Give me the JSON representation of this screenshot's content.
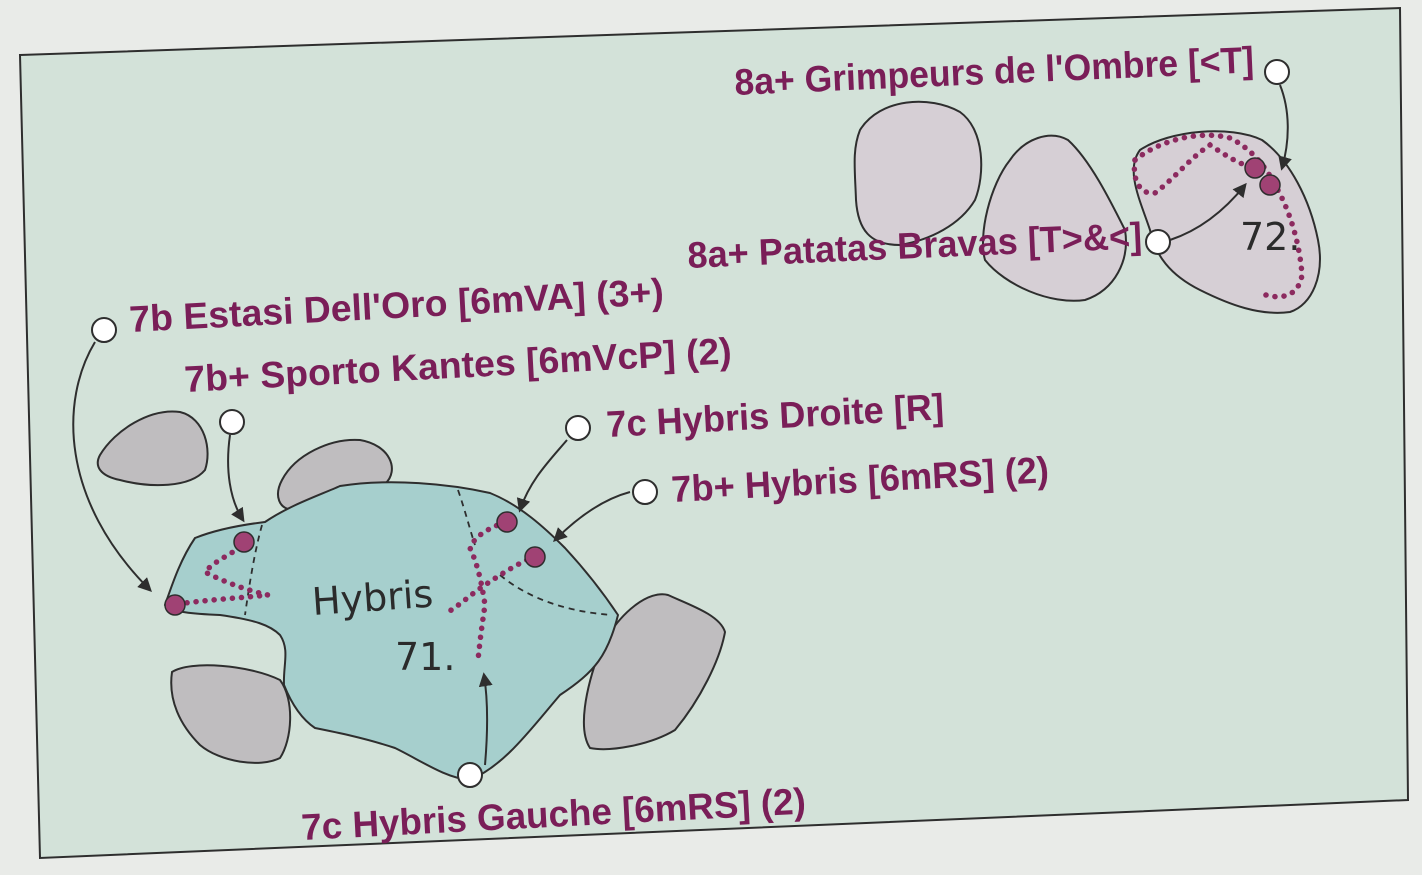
{
  "colors": {
    "panel_bg": "#d3e2d9",
    "main_boulder": "#a6cfcd",
    "grey_boulder": "#bfbdbf",
    "pink_boulder": "#d6cfd5",
    "route_color": "#8c2a5f",
    "label_color": "#7a1e58",
    "outline": "#2e2e2e"
  },
  "boulders": {
    "hybris_name": "Hybris",
    "hybris_number": "71.",
    "right_number": "72."
  },
  "routes": [
    {
      "id": "grimpeurs",
      "label": "8a+ Grimpeurs de l'Ombre [<T]"
    },
    {
      "id": "patatas",
      "label": "8a+ Patatas Bravas [T>&<]"
    },
    {
      "id": "estasi",
      "label": "7b Estasi Dell'Oro [6mVA] (3+)"
    },
    {
      "id": "sporto",
      "label": "7b+ Sporto Kantes [6mVcP] (2)"
    },
    {
      "id": "droite",
      "label": "7c Hybris Droite [R]"
    },
    {
      "id": "hybris",
      "label": "7b+ Hybris [6mRS] (2)"
    },
    {
      "id": "gauche",
      "label": "7c Hybris Gauche [6mRS] (2)"
    }
  ]
}
